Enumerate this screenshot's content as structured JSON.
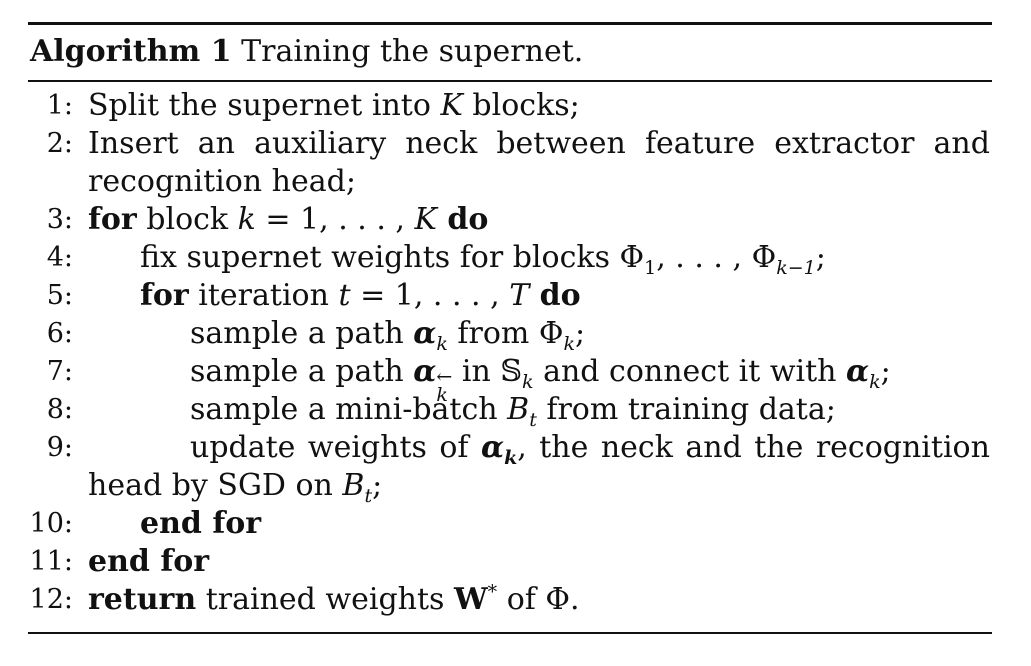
{
  "caption": {
    "label": "Algorithm 1",
    "text": "Training the supernet."
  },
  "lines": [
    {
      "num": "1:",
      "before": "Split the supernet into ",
      "K": "K",
      "after": " blocks;"
    },
    {
      "num": "2:",
      "words": [
        "Insert",
        "an",
        "auxiliary",
        "neck",
        "between",
        "feature",
        "extractor",
        "and"
      ],
      "cont": "recognition head;"
    },
    {
      "num": "3:",
      "kw1": "for",
      "t1": " block ",
      "k": "k",
      "eq": " = 1, . . . , ",
      "K": "K",
      "kw2": " do"
    },
    {
      "num": "4:",
      "t1": "fix supernet weights for blocks ",
      "phi": "Φ",
      "s1": "1",
      "mid": ", . . . , ",
      "phi2": "Φ",
      "s2": "k−1",
      "end": ";"
    },
    {
      "num": "5:",
      "kw1": "for",
      "t1": " iteration ",
      "t": "t",
      "eq": " = 1, . . . , ",
      "T": "T",
      "kw2": " do"
    },
    {
      "num": "6:",
      "t1": "sample a path ",
      "alpha": "α",
      "s1": "k",
      "t2": " from ",
      "phi": "Φ",
      "s2": "k",
      "end": ";"
    },
    {
      "num": "7:",
      "t1": "sample a path ",
      "alpha": "α",
      "sup": "←",
      "s1": "k",
      "t2": " in ",
      "S": "𝕊",
      "s2": "k",
      "t3": " and connect it with ",
      "alpha2": "α",
      "s3": "k",
      "end": ";"
    },
    {
      "num": "8:",
      "t1": "sample a mini-batch ",
      "B": "B",
      "s1": "t",
      "t2": " from training data;"
    },
    {
      "num": "9:",
      "words": [
        "update",
        "weights",
        "of"
      ],
      "alpha": "α",
      "s1": "k",
      "rest": [
        "the",
        "neck",
        "and",
        "the",
        "recognition"
      ],
      "cont1": "head by SGD on ",
      "B": "B",
      "s2": "t",
      "end": ";"
    },
    {
      "num": "10:",
      "kw": "end for"
    },
    {
      "num": "11:",
      "kw": "end for"
    },
    {
      "num": "12:",
      "kw": "return",
      "t1": " trained weights ",
      "W": "W",
      "sup": "*",
      "t2": " of ",
      "phi": "Φ",
      "end": "."
    }
  ]
}
